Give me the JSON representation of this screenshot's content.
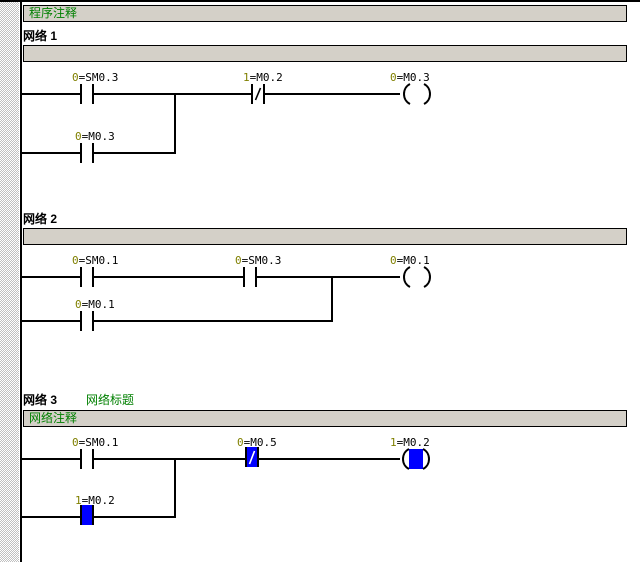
{
  "editor": {
    "name": "ladder-logic-editor",
    "program_comment": "程序注释",
    "colors": {
      "comment_bar_bg": "#d4d0c8",
      "comment_text": "#008000",
      "operand_value": "#808000",
      "powered_fill": "#0000ff",
      "wire": "#000000"
    }
  },
  "networks": [
    {
      "label": "网络 1",
      "title": "",
      "comment": "",
      "rungs": [
        {
          "elements": [
            {
              "type": "contact-no",
              "operand": "SM0.3",
              "value": "0",
              "powered": false
            },
            {
              "type": "contact-nc",
              "operand": "M0.2",
              "value": "1",
              "powered": false
            },
            {
              "type": "coil",
              "operand": "M0.3",
              "value": "0",
              "powered": false
            }
          ]
        },
        {
          "branch": true,
          "elements": [
            {
              "type": "contact-no",
              "operand": "M0.3",
              "value": "0",
              "powered": false
            }
          ]
        }
      ]
    },
    {
      "label": "网络 2",
      "title": "",
      "comment": "",
      "rungs": [
        {
          "elements": [
            {
              "type": "contact-no",
              "operand": "SM0.1",
              "value": "0",
              "powered": false
            },
            {
              "type": "contact-no",
              "operand": "SM0.3",
              "value": "0",
              "powered": false
            },
            {
              "type": "coil",
              "operand": "M0.1",
              "value": "0",
              "powered": false
            }
          ]
        },
        {
          "branch": true,
          "elements": [
            {
              "type": "contact-no",
              "operand": "M0.1",
              "value": "0",
              "powered": false
            }
          ]
        }
      ]
    },
    {
      "label": "网络 3",
      "title": "网络标题",
      "comment": "网络注释",
      "rungs": [
        {
          "elements": [
            {
              "type": "contact-no",
              "operand": "SM0.1",
              "value": "0",
              "powered": false
            },
            {
              "type": "contact-nc",
              "operand": "M0.5",
              "value": "0",
              "powered": true
            },
            {
              "type": "coil",
              "operand": "M0.2",
              "value": "1",
              "powered": true
            }
          ]
        },
        {
          "branch": true,
          "elements": [
            {
              "type": "contact-no",
              "operand": "M0.2",
              "value": "1",
              "powered": true
            }
          ]
        }
      ]
    }
  ]
}
